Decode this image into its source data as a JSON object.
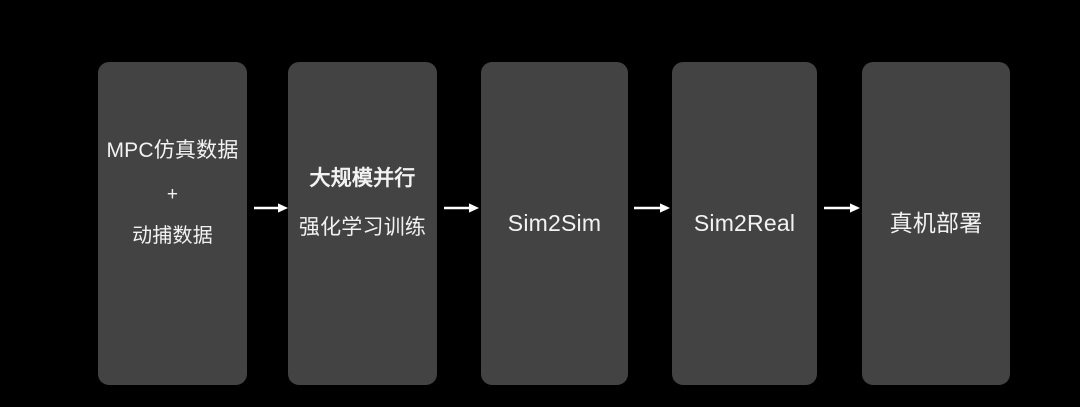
{
  "diagram": {
    "type": "horizontal-pipeline-flowchart",
    "background_color": "#000000",
    "box_color": "#434343",
    "text_color": "#f2f2f2",
    "arrow_color": "#ffffff",
    "stages": [
      {
        "id": "box-1",
        "lines": [
          "MPC仿真数据",
          "+",
          "动捕数据"
        ]
      },
      {
        "id": "box-2",
        "lines": [
          "大规模并行",
          "强化学习训练"
        ]
      },
      {
        "id": "box-3",
        "lines": [
          "Sim2Sim"
        ]
      },
      {
        "id": "box-4",
        "lines": [
          "Sim2Real"
        ]
      },
      {
        "id": "box-5",
        "lines": [
          "真机部署"
        ]
      }
    ],
    "connectors": [
      {
        "id": "arrow-1",
        "icon": "arrow-right-icon",
        "from": "box-1",
        "to": "box-2"
      },
      {
        "id": "arrow-2",
        "icon": "arrow-right-icon",
        "from": "box-2",
        "to": "box-3"
      },
      {
        "id": "arrow-3",
        "icon": "arrow-right-icon",
        "from": "box-3",
        "to": "box-4"
      },
      {
        "id": "arrow-4",
        "icon": "arrow-right-icon",
        "from": "box-4",
        "to": "box-5"
      }
    ]
  }
}
